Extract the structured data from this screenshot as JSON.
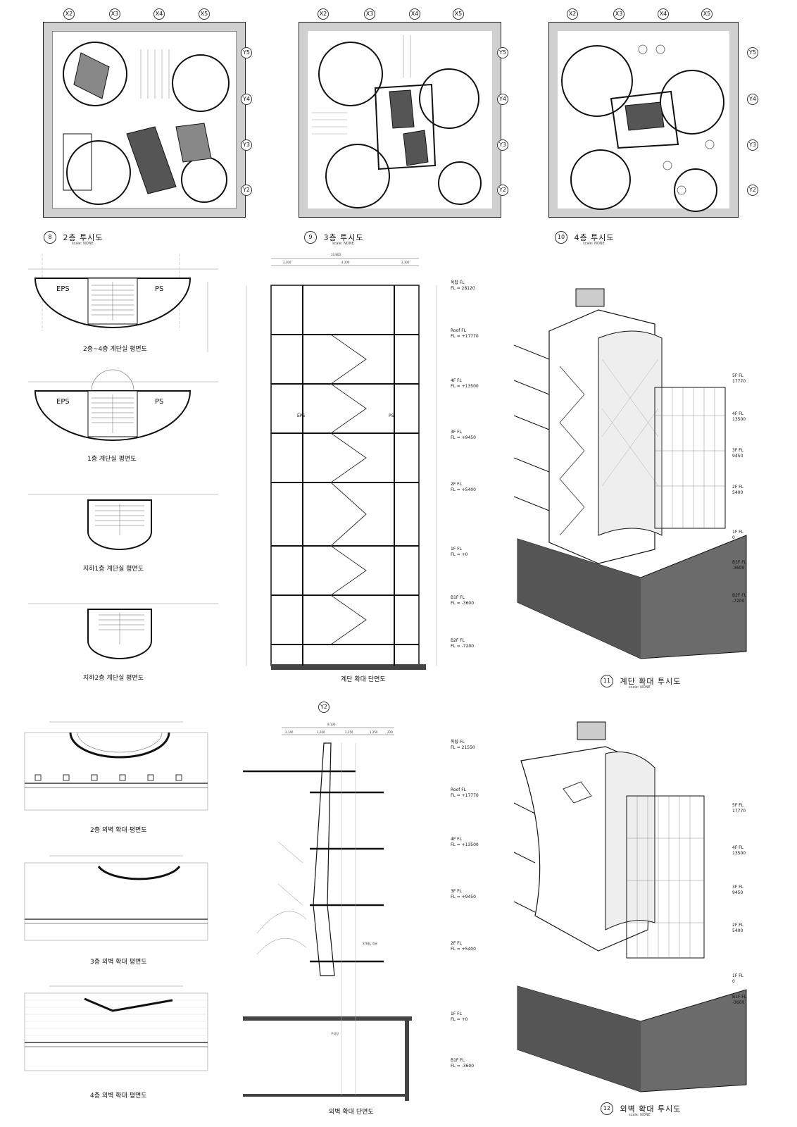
{
  "top_row": [
    {
      "num": "8",
      "title": "2층 투시도",
      "scale": "scale: NONE"
    },
    {
      "num": "9",
      "title": "3층 투시도",
      "scale": "scale: NONE"
    },
    {
      "num": "10",
      "title": "4층 투시도",
      "scale": "scale: NONE"
    }
  ],
  "grid_labels": {
    "x": [
      "X2",
      "X3",
      "X4",
      "X5"
    ],
    "y": [
      "Y5",
      "Y4",
      "Y3",
      "Y2"
    ]
  },
  "stair_plans": [
    {
      "title": "2층~4층 계단실 평면도",
      "rooms": [
        "EPS",
        "PS"
      ]
    },
    {
      "title": "1층 계단실 평면도",
      "rooms": [
        "EPS",
        "PS"
      ]
    },
    {
      "title": "지하1층 계단실 평면도"
    },
    {
      "title": "지하2층 계단실 평면도"
    }
  ],
  "stair_section": {
    "title": "계단 확대 단면도",
    "dims_top": [
      "10,800",
      "2,300",
      "4,200",
      "2,300"
    ],
    "levels": [
      {
        "name": "옥탑 FL",
        "value": "FL = 28120"
      },
      {
        "name": "Roof FL",
        "value": "FL = +17770"
      },
      {
        "name": "4F FL",
        "value": "FL = +13500"
      },
      {
        "name": "3F FL",
        "value": "FL = +9450"
      },
      {
        "name": "2F FL",
        "value": "FL = +5400"
      },
      {
        "name": "1F FL",
        "value": "FL = +0"
      },
      {
        "name": "B1F FL",
        "value": "FL = -3600"
      },
      {
        "name": "B2F FL",
        "value": "FL = -7200"
      }
    ],
    "labels": [
      "EPS",
      "PS"
    ]
  },
  "stair_axo": {
    "num": "11",
    "title": "계단 확대 투시도",
    "scale": "scale: NONE",
    "levels": [
      {
        "name": "5F FL",
        "value": "17770"
      },
      {
        "name": "4F FL",
        "value": "13500"
      },
      {
        "name": "3F FL",
        "value": "9450"
      },
      {
        "name": "2F FL",
        "value": "5400"
      },
      {
        "name": "1F FL",
        "value": "0"
      },
      {
        "name": "B1F FL",
        "value": "-3600"
      },
      {
        "name": "B2F FL",
        "value": "-7200"
      }
    ]
  },
  "wall_plans": [
    {
      "title": "2층 외벽 확대 평면도"
    },
    {
      "title": "3층 외벽 확대 평면도"
    },
    {
      "title": "4층 외벽 확대 평면도"
    }
  ],
  "wall_section": {
    "title": "외벽 확대 단면도",
    "dims_top": [
      "9,130",
      "2,140",
      "3,260",
      "2,250",
      "1,250",
      "230"
    ],
    "grid": "Y2",
    "levels": [
      {
        "name": "옥탑 FL",
        "value": "FL = 21550"
      },
      {
        "name": "Roof FL",
        "value": "FL = +17770"
      },
      {
        "name": "4F FL",
        "value": "FL = +13500"
      },
      {
        "name": "3F FL",
        "value": "FL = +9450"
      },
      {
        "name": "2F FL",
        "value": "FL = +5400"
      },
      {
        "name": "1F FL",
        "value": "FL = +0"
      },
      {
        "name": "B1F FL",
        "value": "FL = -3600"
      }
    ],
    "notes": [
      "STEEL 앵글",
      "주차장"
    ]
  },
  "wall_axo": {
    "num": "12",
    "title": "외벽 확대 투시도",
    "scale": "scale: NONE",
    "levels": [
      {
        "name": "5F FL",
        "value": "17770"
      },
      {
        "name": "4F FL",
        "value": "13500"
      },
      {
        "name": "3F FL",
        "value": "9450"
      },
      {
        "name": "2F FL",
        "value": "5400"
      },
      {
        "name": "1F FL",
        "value": "0"
      },
      {
        "name": "B1F FL",
        "value": "-3600"
      }
    ]
  }
}
